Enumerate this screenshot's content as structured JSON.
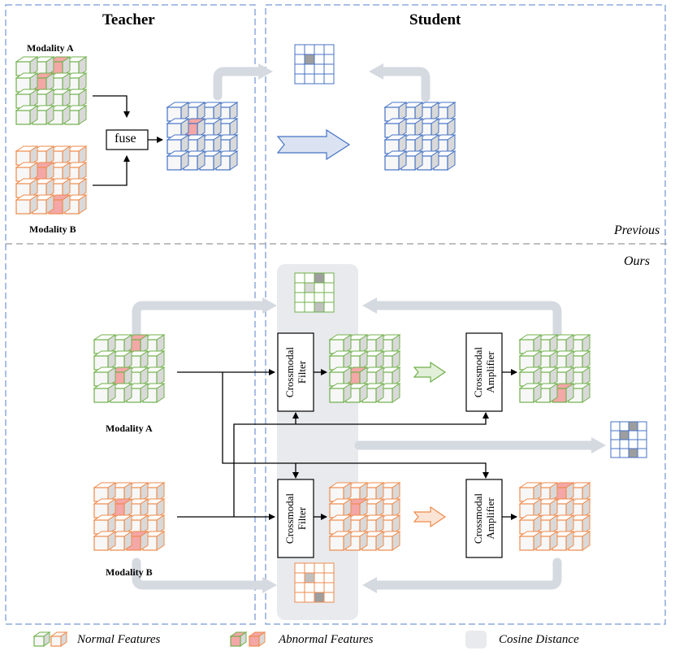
{
  "headers": {
    "teacher": "Teacher",
    "student": "Student"
  },
  "modality_labels": {
    "a": "Modality A",
    "b": "Modality B"
  },
  "fuse_label": "fuse",
  "section_labels": {
    "previous": "Previous",
    "ours": "Ours"
  },
  "modules": {
    "filter": [
      "Crossmodal",
      "Filter"
    ],
    "amplifier": [
      "Crossmodal",
      "Amplifier"
    ]
  },
  "legend": {
    "normal": "Normal Features",
    "abnormal": "Abnormal Features",
    "cosine": "Cosine Distance"
  },
  "colors": {
    "green": "#6fb04a",
    "orange": "#ef8a4b",
    "blue": "#4472c4",
    "anomaly": "#f4a7a7",
    "panel": "#e8eaed",
    "arrow_gray": "#d5d9e0",
    "dash": "#8eaadb"
  }
}
